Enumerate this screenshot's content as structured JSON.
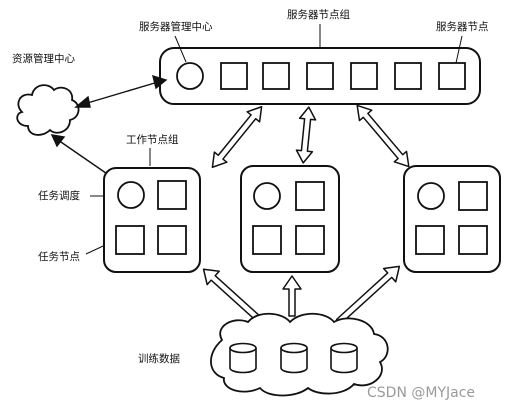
{
  "labels": {
    "server_manager": "服务器管理中心",
    "server_group": "服务器节点组",
    "server_node": "服务器节点",
    "resource_manager": "资源管理中心",
    "worker_group": "工作节点组",
    "task_scheduler": "任务调度",
    "task_node": "任务节点",
    "training_data": "训练数据"
  },
  "watermark": "CSDN @MYJace",
  "colors": {
    "stroke": "#111111",
    "background": "#ffffff",
    "watermark": "#9a9a9a"
  }
}
